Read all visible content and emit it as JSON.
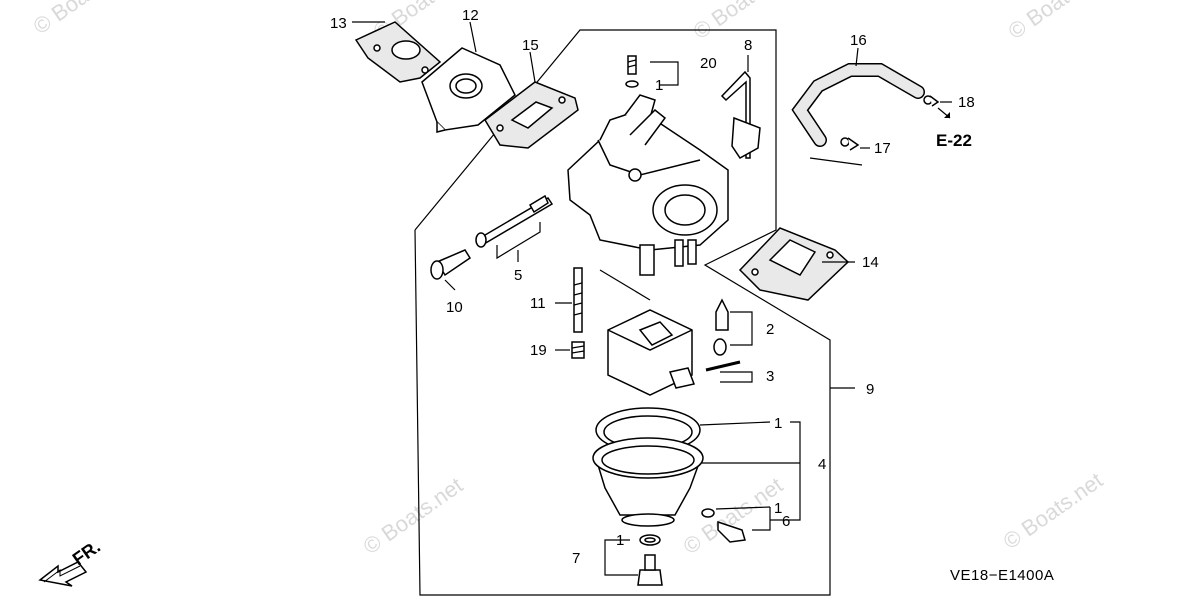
{
  "callouts": [
    "13",
    "12",
    "15",
    "8",
    "20",
    "1",
    "16",
    "18",
    "17",
    "10",
    "5",
    "11",
    "2",
    "19",
    "3",
    "9",
    "1",
    "4",
    "1",
    "6",
    "7",
    "1",
    "14"
  ],
  "ref_label": "E-22",
  "diagram_code": "VE18−E1400A",
  "front_label": "FR.",
  "watermark": "© Boats.net",
  "colors": {
    "lines": "#000000",
    "watermark": "#d9d9d9",
    "background": "#ffffff"
  }
}
